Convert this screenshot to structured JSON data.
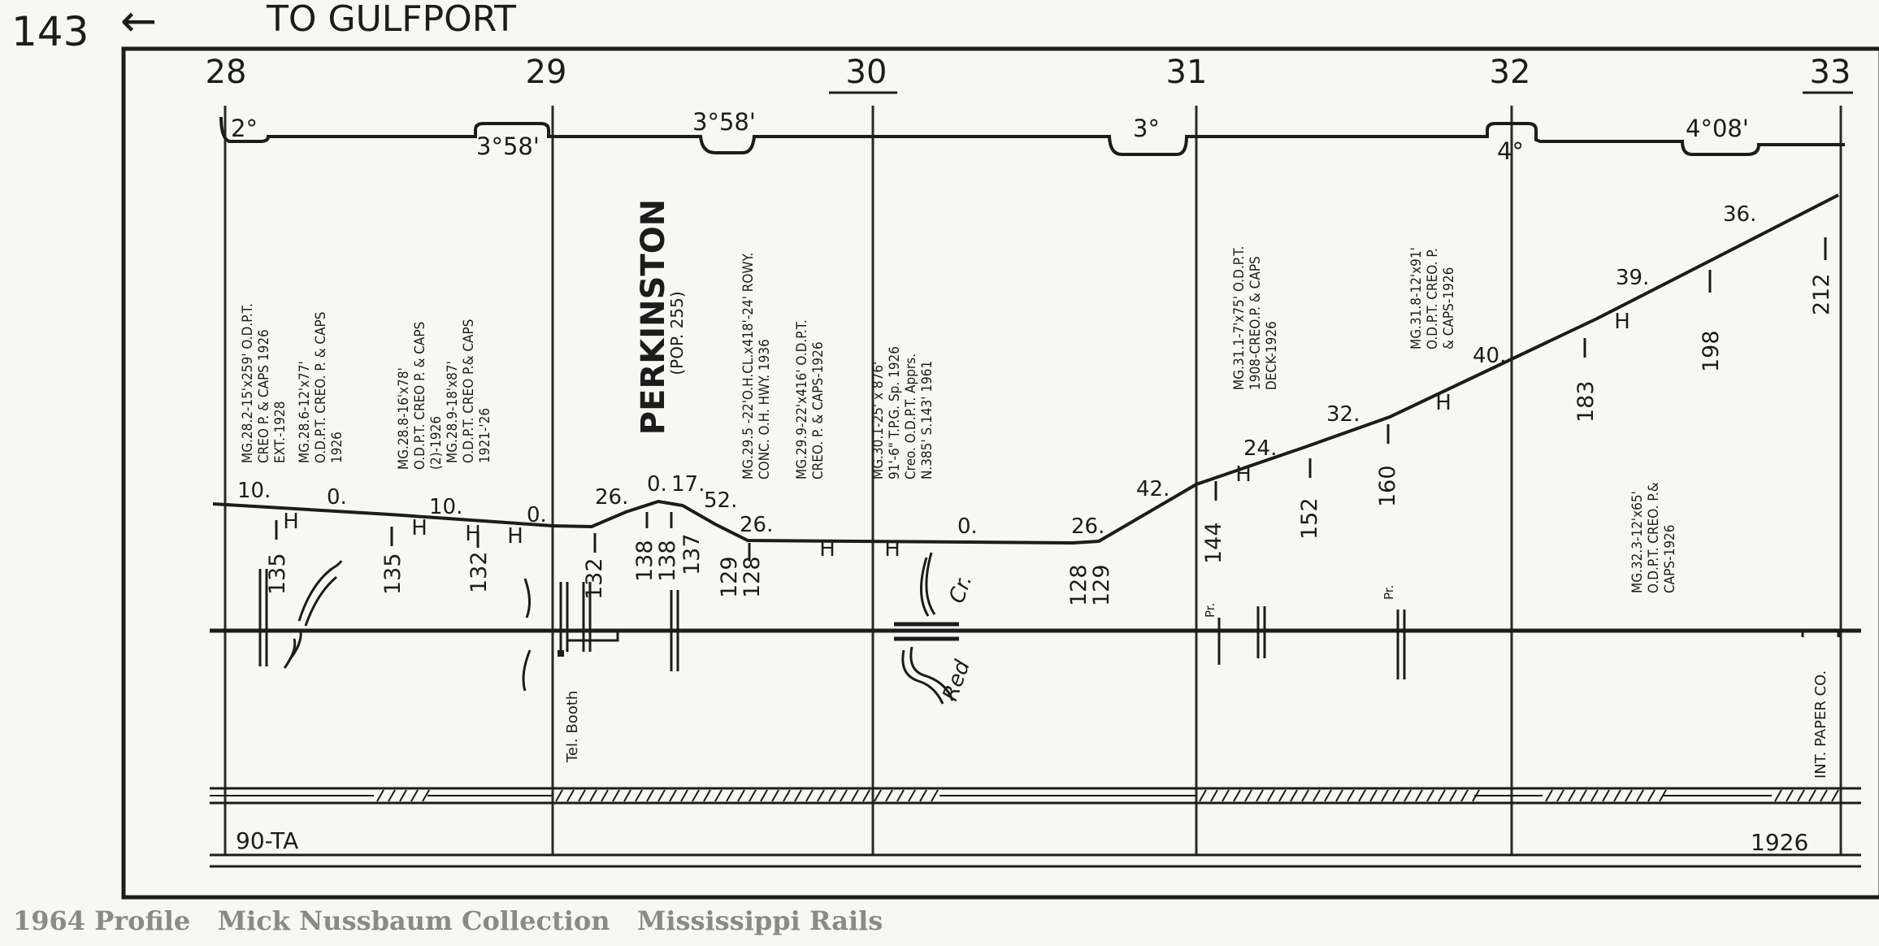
{
  "page_number": "143",
  "direction_arrow": "←",
  "direction_text": "TO GULFPORT",
  "mileposts": [
    "28",
    "29",
    "30",
    "31",
    "32",
    "33"
  ],
  "curves": [
    "2°",
    "3°58'",
    "3°58'",
    "3°",
    "4°",
    "4°08'"
  ],
  "town": {
    "name": "PERKINSTON",
    "population": "(POP. 255)"
  },
  "bridge_notes": [
    [
      "MG.28.2-15'x259' O.D.P.T.",
      "CREO P. & CAPS 1926",
      "EXT.-1928"
    ],
    [
      "MG.28.6-12'x77'",
      "O.D.P.T. CREO. P. & CAPS",
      "1926"
    ],
    [
      "MG.28.8-16'x78'",
      "O.D.P.T. CREO P. & CAPS",
      "(2)-1926"
    ],
    [
      "MG.28.9-18'x87'",
      "O.D.P.T. CREO P.& CAPS",
      "1921-'26"
    ],
    [
      "MG.29.5 -22'O.H.CL.x418'-24' ROWY.",
      "CONC. O.H. HWY. 1936"
    ],
    [
      "MG.29.9-22'x416' O.D.P.T.",
      "CREO. P. & CAPS-1926"
    ],
    [
      "MG.30.1-25' x 876'",
      "91'-6\" T.P.G. Sp. 1926",
      "Creo. O.D.P.T. Apprs.",
      "N.385' S.143' 1961"
    ],
    [
      "MG.31.1-7'x75' O.D.P.T.",
      "1908-CREO.P. & CAPS",
      "DECK-1926"
    ],
    [
      "MG.31.8-12'x91'",
      "O.D.P.T. CREO. P.",
      "& CAPS-1926"
    ],
    [
      "MG.32.3-12'x65'",
      "O.D.P.T. CREO. P.&",
      "CAPS-1926"
    ]
  ],
  "grades": [
    "10.",
    "0.",
    "10.",
    "0.",
    "26.",
    "0.",
    "17.",
    "52.",
    "26.",
    "0.",
    "26.",
    "42.",
    "24.",
    "32.",
    "40.",
    "39.",
    "36."
  ],
  "elevations": [
    "135",
    "135",
    "132",
    "132",
    "138",
    "138",
    "137",
    "129",
    "128",
    "128",
    "129",
    "144",
    "152",
    "160",
    "183",
    "198",
    "212"
  ],
  "stream_labels": [
    "Red",
    "Cr."
  ],
  "pr_marks": [
    "Pr.",
    "Pr."
  ],
  "tel_booth": "Tel. Booth",
  "int_paper": "INT. PAPER CO.",
  "rail_weight": "90-TA",
  "rail_year": "1926",
  "footer": "1964 Profile   Mick Nussbaum Collection   Mississippi Rails"
}
